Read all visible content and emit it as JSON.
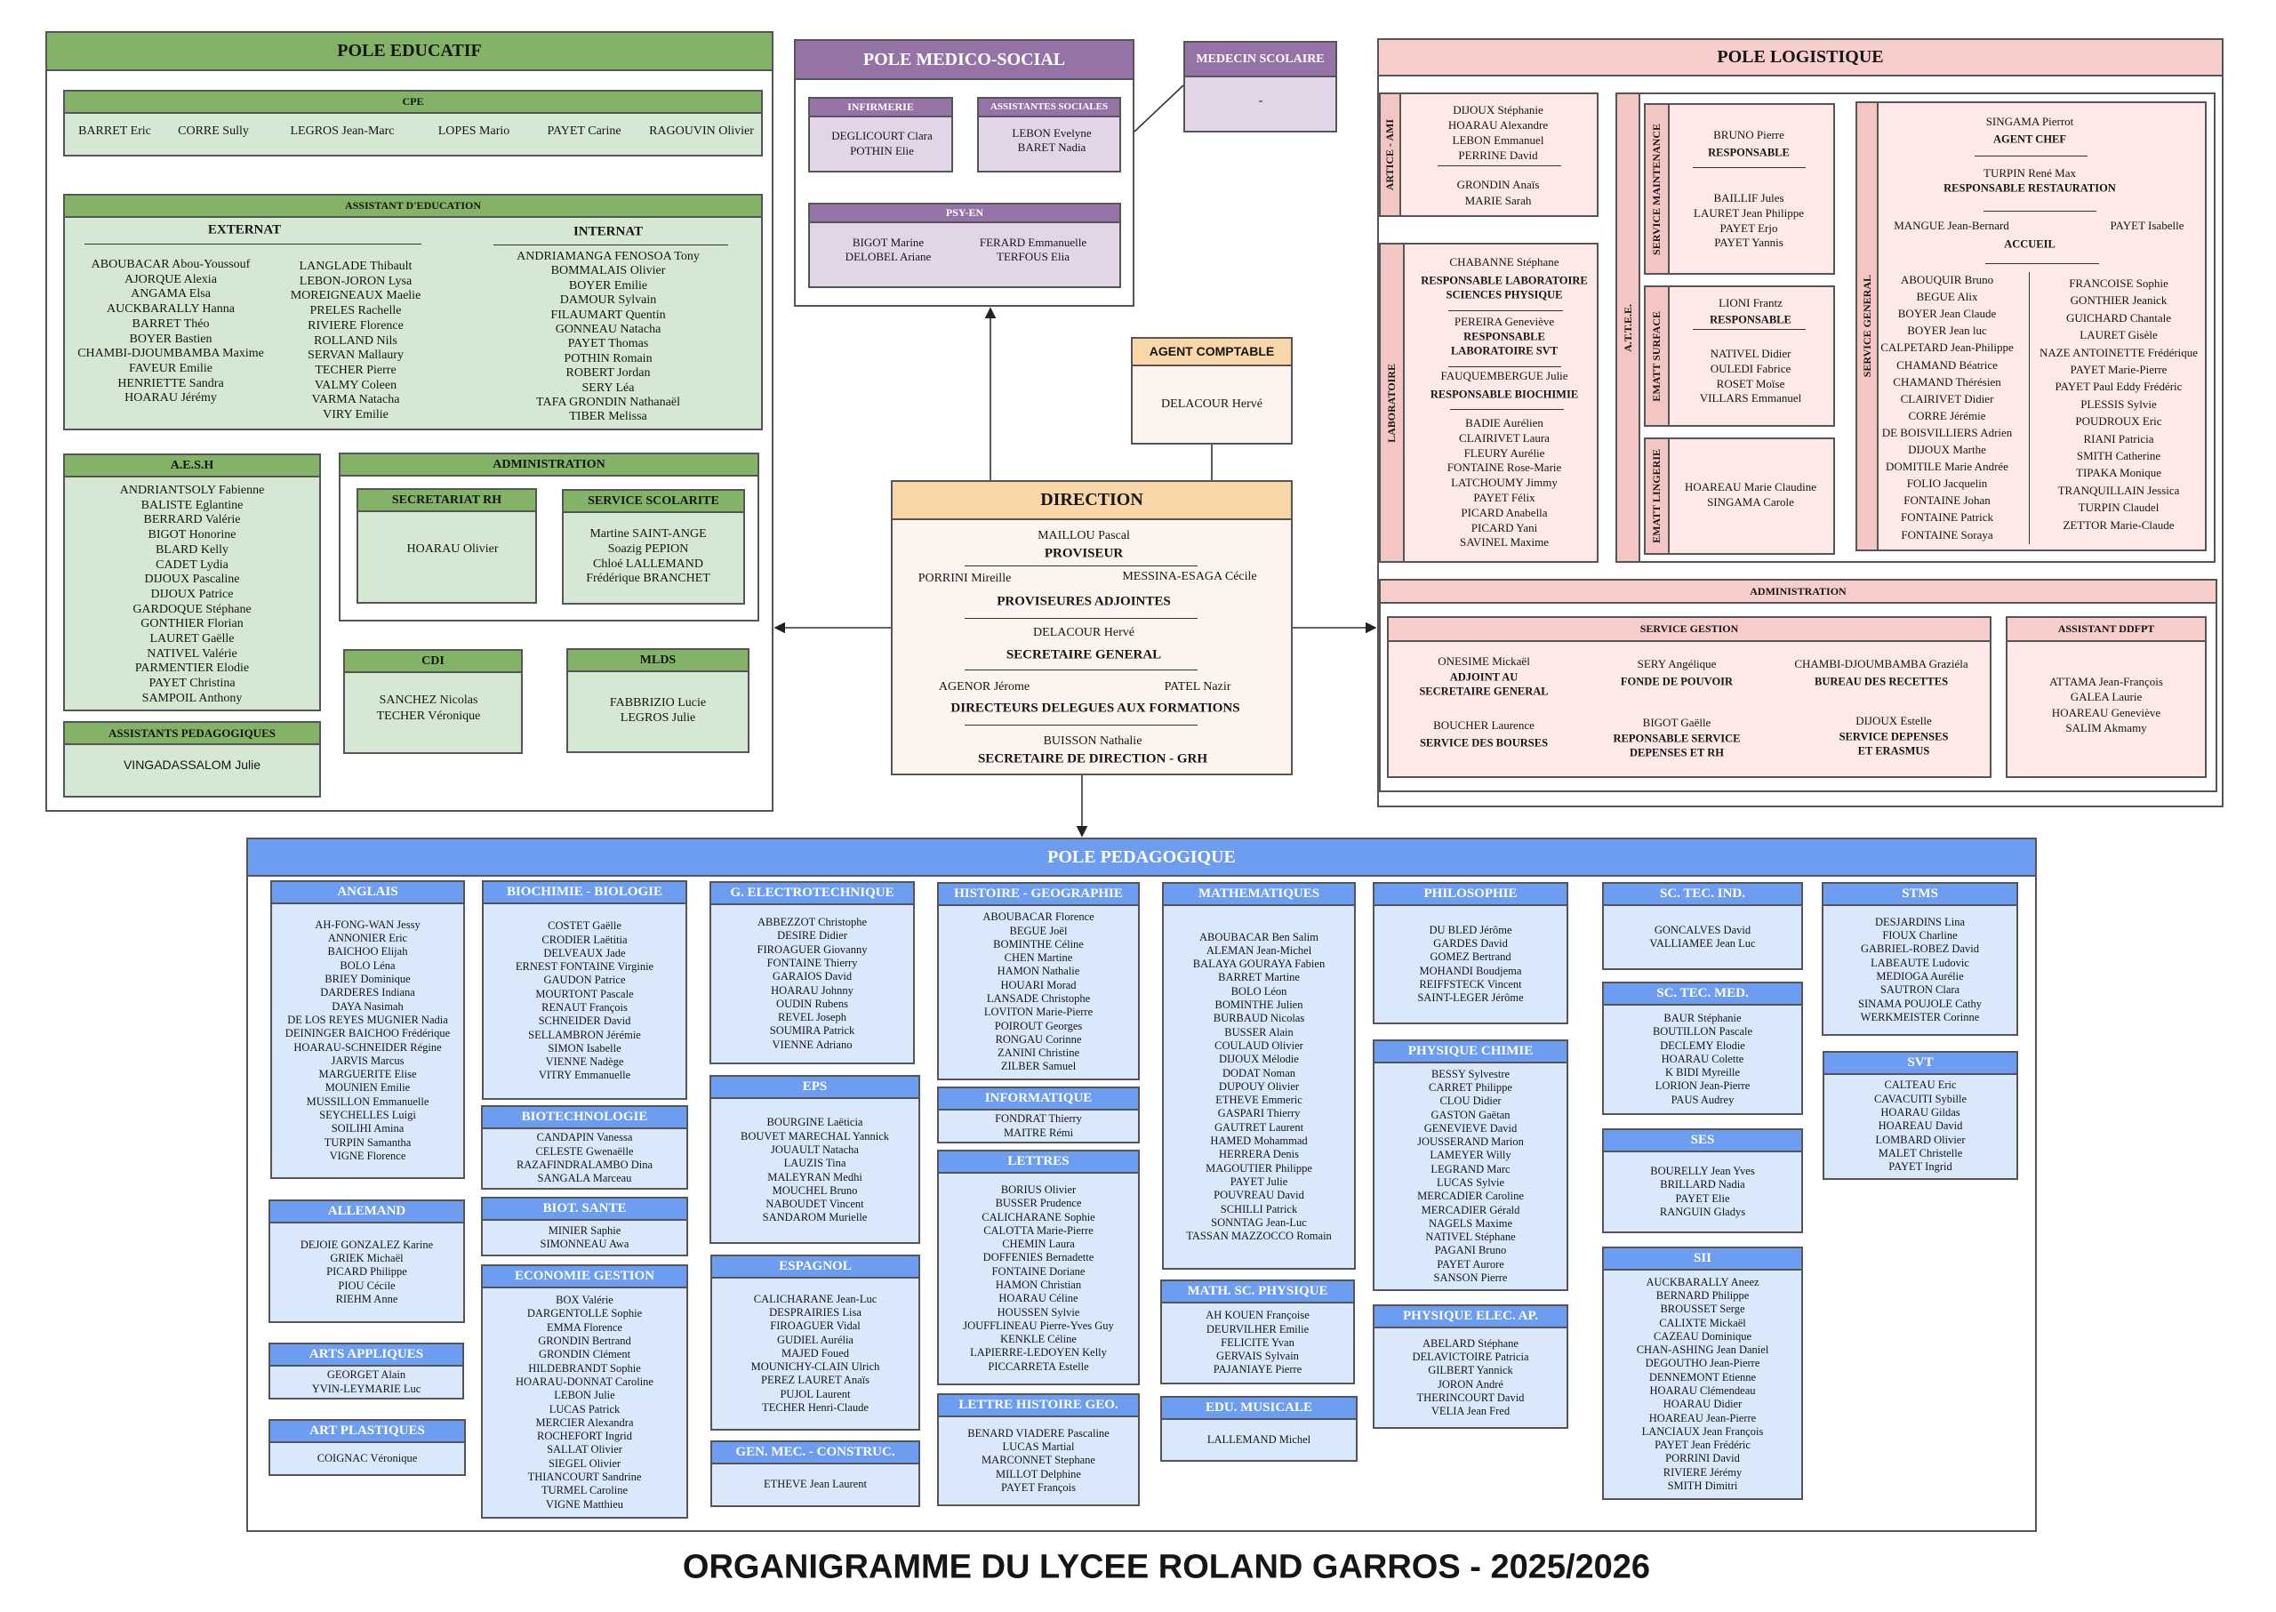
{
  "title": "ORGANIGRAMME DU LYCEE ROLAND GARROS - 2025/2026",
  "pole_educatif": {
    "title": "POLE EDUCATIF",
    "cpe": {
      "title": "CPE",
      "members": [
        "BARRET Eric",
        "CORRE Sully",
        "LEGROS Jean-Marc",
        "LOPES Mario",
        "PAYET Carine",
        "RAGOUVIN Olivier"
      ]
    },
    "assistant_education": {
      "title": "ASSISTANT D'EDUCATION",
      "externat": {
        "title": "EXTERNAT",
        "col1": [
          "ABOUBACAR Abou-Youssouf",
          "AJORQUE Alexia",
          "ANGAMA Elsa",
          "AUCKBARALLY Hanna",
          "BARRET Théo",
          "BOYER Bastien",
          "CHAMBI-DJOUMBAMBA Maxime",
          "FAVEUR Emilie",
          "HENRIETTE Sandra",
          "HOARAU Jérémy"
        ],
        "col2": [
          "LANGLADE Thibault",
          "LEBON-JORON Lysa",
          "MOREIGNEAUX Maelie",
          "PRELES Rachelle",
          "RIVIERE Florence",
          "ROLLAND Nils",
          "SERVAN Mallaury",
          "TECHER Pierre",
          "VALMY Coleen",
          "VARMA Natacha",
          "VIRY Emilie"
        ]
      },
      "internat": {
        "title": "INTERNAT",
        "members": [
          "ANDRIAMANGA FENOSOA Tony",
          "BOMMALAIS Olivier",
          "BOYER Emilie",
          "DAMOUR Sylvain",
          "FILAUMART Quentin",
          "GONNEAU Natacha",
          "PAYET Thomas",
          "POTHIN Romain",
          "ROBERT Jordan",
          "SERY Léa",
          "TAFA GRONDIN Nathanaël",
          "TIBER Melissa"
        ]
      }
    },
    "aesh": {
      "title": "A.E.S.H",
      "members": [
        "ANDRIANTSOLY Fabienne",
        "BALISTE Eglantine",
        "BERRARD Valérie",
        "BIGOT Honorine",
        "BLARD Kelly",
        "CADET Lydia",
        "DIJOUX Pascaline",
        "DIJOUX Patrice",
        "GARDOQUE Stéphane",
        "GONTHIER Florian",
        "LAURET Gaëlle",
        "NATIVEL Valérie",
        "PARMENTIER Elodie",
        "PAYET Christina",
        "SAMPOIL Anthony"
      ]
    },
    "assistants_pedagogiques": {
      "title": "ASSISTANTS PEDAGOGIQUES",
      "members": [
        "VINGADASSALOM Julie"
      ]
    },
    "administration": {
      "title": "ADMINISTRATION",
      "secretariat_rh": {
        "title": "SECRETARIAT RH",
        "members": [
          "HOARAU Olivier"
        ]
      },
      "service_scolarite": {
        "title": "SERVICE SCOLARITE",
        "members": [
          "Martine SAINT-ANGE",
          "Soazig PEPION",
          "Chloé LALLEMAND",
          "Frédérique BRANCHET"
        ]
      }
    },
    "cdi": {
      "title": "CDI",
      "members": [
        "SANCHEZ Nicolas",
        "TECHER Véronique"
      ]
    },
    "mlds": {
      "title": "MLDS",
      "members": [
        "FABBRIZIO Lucie",
        "LEGROS Julie"
      ]
    }
  },
  "pole_medico_social": {
    "title": "POLE MEDICO-SOCIAL",
    "infirmerie": {
      "title": "INFIRMERIE",
      "members": [
        "DEGLICOURT Clara",
        "POTHIN Elie"
      ]
    },
    "assistantes_sociales": {
      "title": "ASSISTANTES SOCIALES",
      "members": [
        "LEBON Evelyne",
        "BARET Nadia"
      ]
    },
    "psy_en": {
      "title": "PSY-EN",
      "col1": [
        "BIGOT Marine",
        "DELOBEL Ariane"
      ],
      "col2": [
        "FERARD Emmanuelle",
        "TERFOUS Elia"
      ]
    }
  },
  "medecin_scolaire": {
    "title": "MEDECIN SCOLAIRE",
    "value": "-"
  },
  "agent_comptable": {
    "title": "AGENT COMPTABLE",
    "name": "DELACOUR Hervé"
  },
  "direction": {
    "title": "DIRECTION",
    "proviseur": {
      "name": "MAILLOU Pascal",
      "role": "PROVISEUR"
    },
    "adjointes": {
      "names": [
        "PORRINI Mireille",
        "MESSINA-ESAGA Cécile"
      ],
      "role": "PROVISEURES ADJOINTES"
    },
    "secretaire_general": {
      "name": "DELACOUR Hervé",
      "role": "SECRETAIRE GENERAL"
    },
    "ddf": {
      "names": [
        "AGENOR Jérome",
        "PATEL Nazir"
      ],
      "role": "DIRECTEURS DELEGUES AUX FORMATIONS"
    },
    "secretaire_direction": {
      "name": "BUISSON Nathalie",
      "role": "SECRETAIRE DE DIRECTION - GRH"
    }
  },
  "pole_logistique": {
    "title": "POLE LOGISTIQUE",
    "artice_ami": {
      "label": "ARTICE - AMI",
      "group1": [
        "DIJOUX Stéphanie",
        "HOARAU Alexandre",
        "LEBON Emmanuel",
        "PERRINE David"
      ],
      "group2": [
        "GRONDIN Anaïs",
        "MARIE Sarah"
      ]
    },
    "laboratoire": {
      "label": "LABORATOIRE",
      "resp1": {
        "name": "CHABANNE Stéphane",
        "role": [
          "RESPONSABLE LABORATOIRE",
          "SCIENCES PHYSIQUE"
        ]
      },
      "resp2": {
        "name": "PEREIRA Geneviève",
        "role": [
          "RESPONSABLE",
          "LABORATOIRE SVT"
        ]
      },
      "resp3": {
        "name": "FAUQUEMBERGUE Julie",
        "role": [
          "RESPONSABLE BIOCHIMIE"
        ]
      },
      "members": [
        "BADIE Aurélien",
        "CLAIRIVET Laura",
        "FLEURY Aurélie",
        "FONTAINE Rose-Marie",
        "LATCHOUMY Jimmy",
        "PAYET Félix",
        "PICARD Anabella",
        "PICARD Yani",
        "SAVINEL Maxime"
      ]
    },
    "attee": {
      "label": "A.T.T.E.E.",
      "maintenance": {
        "label": "SERVICE MAINTENANCE",
        "responsable": "BRUNO Pierre",
        "role": "RESPONSABLE",
        "members": [
          "BAILLIF Jules",
          "LAURET Jean Philippe",
          "PAYET Erjo",
          "PAYET Yannis"
        ]
      },
      "surface": {
        "label": "EMATT  SURFACE",
        "responsable": "LIONI Frantz",
        "role": "RESPONSABLE",
        "members": [
          "NATIVEL  Didier",
          "OULEDI Fabrice",
          "ROSET Moïse",
          "VILLARS Emmanuel"
        ]
      },
      "lingerie": {
        "label": "EMATT  LINGERIE",
        "members": [
          "HOAREAU Marie Claudine",
          "SINGAMA Carole"
        ]
      },
      "service_general": {
        "label": "SERVICE GENERAL",
        "agent_chef": {
          "name": "SINGAMA Pierrot",
          "role": "AGENT CHEF"
        },
        "restauration": {
          "name": "TURPIN René Max",
          "role": "RESPONSABLE RESTAURATION"
        },
        "accueil": {
          "names": [
            "MANGUE Jean-Bernard",
            "PAYET Isabelle"
          ],
          "role": "ACCUEIL"
        },
        "col1": [
          "ABOUQUIR Bruno",
          "BEGUE Alix",
          "BOYER Jean Claude",
          "BOYER Jean luc",
          "CALPETARD Jean-Philippe",
          "CHAMAND Béatrice",
          "CHAMAND Thérésien",
          "CLAIRIVET Didier",
          "CORRE Jérémie",
          "DE BOISVILLIERS Adrien",
          "DIJOUX Marthe",
          "DOMITILE Marie Andrée",
          "FOLIO Jacquelin",
          "FONTAINE Johan",
          "FONTAINE Patrick",
          "FONTAINE Soraya"
        ],
        "col2": [
          "FRANCOISE Sophie",
          "GONTHIER Jeanick",
          "GUICHARD Chantale",
          "LAURET Gisèle",
          "NAZE ANTOINETTE Frédérique",
          "PAYET Marie-Pierre",
          "PAYET Paul Eddy Frédéric",
          "PLESSIS Sylvie",
          "POUDROUX Eric",
          "RIANI Patricia",
          "SMITH Catherine",
          "TIPAKA Monique",
          "TRANQUILLAIN Jessica",
          "TURPIN Claudel",
          "ZETTOR Marie-Claude"
        ]
      }
    },
    "administration": {
      "title": "ADMINISTRATION",
      "service_gestion": {
        "title": "SERVICE GESTION",
        "staff": [
          {
            "name": "ONESIME Mickaël",
            "role": [
              "ADJOINT AU",
              "SECRETAIRE GENERAL"
            ]
          },
          {
            "name": "SERY Angélique",
            "role": [
              "FONDE DE POUVOIR"
            ]
          },
          {
            "name": "CHAMBI-DJOUMBAMBA Graziéla",
            "role": [
              "BUREAU DES RECETTES"
            ]
          },
          {
            "name": "BOUCHER Laurence",
            "role": [
              "SERVICE DES BOURSES"
            ]
          },
          {
            "name": "BIGOT Gaëlle",
            "role": [
              "REPONSABLE SERVICE",
              "DEPENSES ET RH"
            ]
          },
          {
            "name": "DIJOUX Estelle",
            "role": [
              "SERVICE DEPENSES",
              "ET ERASMUS"
            ]
          }
        ]
      },
      "assistant_ddfpt": {
        "title": "ASSISTANT DDFPT",
        "members": [
          "ATTAMA Jean-François",
          "GALEA Laurie",
          "HOAREAU Geneviève",
          "SALIM Akmamy"
        ]
      }
    }
  },
  "pole_pedagogique": {
    "title": "POLE PEDAGOGIQUE",
    "subjects": [
      {
        "title": "ANGLAIS",
        "members": [
          "AH-FONG-WAN Jessy",
          "ANNONIER Eric",
          "BAICHOO Elijah",
          "BOLO Léna",
          "BRIEY Dominique",
          "DARDERES Indiana",
          "DAYA Nasimah",
          "DE LOS REYES MUGNIER Nadia",
          "DEININGER BAICHOO Frédérique",
          "HOARAU-SCHNEIDER Régine",
          "JARVIS Marcus",
          "MARGUERITE Elise",
          "MOUNIEN Emilie",
          "MUSSILLON Emmanuelle",
          "SEYCHELLES Luigi",
          "SOILIHI Amina",
          "TURPIN Samantha",
          "VIGNE Florence"
        ]
      },
      {
        "title": "ALLEMAND",
        "members": [
          "DEJOIE GONZALEZ Karine",
          "GRIEK Michaël",
          "PICARD Philippe",
          "PIOU Cécile",
          "RIEHM Anne"
        ]
      },
      {
        "title": "ARTS APPLIQUES",
        "members": [
          "GEORGET Alain",
          "YVIN-LEYMARIE Luc"
        ]
      },
      {
        "title": "ART PLASTIQUES",
        "members": [
          "COIGNAC Véronique"
        ]
      },
      {
        "title": "BIOCHIMIE - BIOLOGIE",
        "members": [
          "COSTET Gaëlle",
          "CRODIER Laëtitia",
          "DELVEAUX Jade",
          "ERNEST FONTAINE Virginie",
          "GAUDON Patrice",
          "MOURTONT Pascale",
          "RENAUT François",
          "SCHNEIDER David",
          "SELLAMBRON Jérémie",
          "SIMON Isabelle",
          "VIENNE Nadège",
          "VITRY Emmanuelle"
        ]
      },
      {
        "title": "BIOTECHNOLOGIE",
        "members": [
          "CANDAPIN Vanessa",
          "CELESTE Gwenaëlle",
          "RAZAFINDRALAMBO Dina",
          "SANGALA Marceau"
        ]
      },
      {
        "title": "BIOT. SANTE",
        "members": [
          "MINIER Saphie",
          "SIMONNEAU Awa"
        ]
      },
      {
        "title": "ECONOMIE GESTION",
        "members": [
          "BOX Valérie",
          "DARGENTOLLE Sophie",
          "EMMA Florence",
          "GRONDIN Bertrand",
          "GRONDIN Clément",
          "HILDEBRANDT Sophie",
          "HOARAU-DONNAT Caroline",
          "LEBON Julie",
          "LUCAS Patrick",
          "MERCIER Alexandra",
          "ROCHEFORT Ingrid",
          "SALLAT Olivier",
          "SIEGEL Olivier",
          "THIANCOURT Sandrine",
          "TURMEL Caroline",
          "VIGNE Matthieu"
        ]
      },
      {
        "title": "G. ELECTROTECHNIQUE",
        "members": [
          "ABBEZZOT Christophe",
          "DESIRE Didier",
          "FIROAGUER Giovanny",
          "FONTAINE Thierry",
          "GARAIOS David",
          "HOARAU Johnny",
          "OUDIN Rubens",
          "REVEL Joseph",
          "SOUMIRA Patrick",
          "VIENNE Adriano"
        ]
      },
      {
        "title": "EPS",
        "members": [
          "BOURGINE Laëticia",
          "BOUVET MARECHAL Yannick",
          "JOUAULT Natacha",
          "LAUZIS Tina",
          "MALEYRAN Medhi",
          "MOUCHEL Bruno",
          "NABOUDET Vincent",
          "SANDAROM Murielle"
        ]
      },
      {
        "title": "ESPAGNOL",
        "members": [
          "CALICHARANE Jean-Luc",
          "DESPRAIRIES Lisa",
          "FIROAGUER Vidal",
          "GUDIEL Aurélia",
          "MAJED Foued",
          "MOUNICHY-CLAIN Ulrich",
          "PEREZ LAURET Anaïs",
          "PUJOL Laurent",
          "TECHER Henri-Claude"
        ]
      },
      {
        "title": "GEN. MEC. - CONSTRUC.",
        "members": [
          "ETHEVE  Jean Laurent"
        ]
      },
      {
        "title": "HISTOIRE - GEOGRAPHIE",
        "members": [
          "ABOUBACAR Florence",
          "BEGUE Joël",
          "BOMINTHE Céline",
          "CHEN Martine",
          "HAMON Nathalie",
          "HOUARI Morad",
          "LANSADE Christophe",
          "LOVITON Marie-Pierre",
          "POIROUT Georges",
          "RONGAU Corinne",
          "ZANINI Christine",
          "ZILBER Samuel"
        ]
      },
      {
        "title": "INFORMATIQUE",
        "members": [
          "FONDRAT Thierry",
          "MAITRE Rémi"
        ]
      },
      {
        "title": "LETTRES",
        "members": [
          "BORIUS Olivier",
          "BUSSER Prudence",
          "CALICHARANE Sophie",
          "CALOTTA Marie-Pierre",
          "CHEMIN Laura",
          "DOFFENIES Bernadette",
          "FONTAINE Doriane",
          "HAMON Christian",
          "HOARAU Céline",
          "HOUSSEN Sylvie",
          "JOUFFLINEAU Pierre-Yves Guy",
          "KENKLE Céline",
          "LAPIERRE-LEDOYEN Kelly",
          "PICCARRETA Estelle"
        ]
      },
      {
        "title": "LETTRE HISTOIRE GEO.",
        "members": [
          "BENARD VIADERE Pascaline",
          "LUCAS Martial",
          "MARCONNET Stephane",
          "MILLOT Delphine",
          "PAYET François"
        ]
      },
      {
        "title": "MATHEMATIQUES",
        "members": [
          "ABOUBACAR Ben Salim",
          "ALEMAN Jean-Michel",
          "BALAYA GOURAYA Fabien",
          "BARRET Martine",
          "BOLO Léon",
          "BOMINTHE Julien",
          "BURBAUD Nicolas",
          "BUSSER Alain",
          "COULAUD Olivier",
          "DIJOUX Mélodie",
          "DODAT Noman",
          "DUPOUY Olivier",
          "ETHEVE Emmeric",
          "GASPARI Thierry",
          "GAUTRET Laurent",
          "HAMED Mohammad",
          "HERRERA Denis",
          "MAGOUTIER Philippe",
          "PAYET Julie",
          "POUVREAU David",
          "SCHILLI Patrick",
          "SONNTAG Jean-Luc",
          "TASSAN MAZZOCCO Romain"
        ]
      },
      {
        "title": "MATH. SC. PHYSIQUE",
        "members": [
          "AH KOUEN Françoise",
          "DEURVILHER Emilie",
          "FELICITE Yvan",
          "GERVAIS Sylvain",
          "PAJANIAYE Pierre"
        ]
      },
      {
        "title": "EDU. MUSICALE",
        "members": [
          "LALLEMAND Michel"
        ]
      },
      {
        "title": "PHILOSOPHIE",
        "members": [
          "DU BLED Jérôme",
          "GARDES David",
          "GOMEZ Bertrand",
          "MOHANDI Boudjema",
          "REIFFSTECK Vincent",
          "SAINT-LEGER Jérôme"
        ]
      },
      {
        "title": "PHYSIQUE CHIMIE",
        "members": [
          "BESSY Sylvestre",
          "CARRET Philippe",
          "CLOU Didier",
          "GASTON Gaëtan",
          "GENEVIEVE David",
          "JOUSSERAND Marion",
          "LAMEYER Willy",
          "LEGRAND Marc",
          "LUCAS Sylvie",
          "MERCADIER Caroline",
          "MERCADIER Gérald",
          "NAGELS Maxime",
          "NATIVEL Stéphane",
          "PAGANI Bruno",
          "PAYET Aurore",
          "SANSON Pierre"
        ]
      },
      {
        "title": "PHYSIQUE ELEC. AP.",
        "members": [
          "ABELARD Stéphane",
          "DELAVICTOIRE Patricia",
          "GILBERT Yannick",
          "JORON André",
          "THERINCOURT David",
          "VELIA Jean Fred"
        ]
      },
      {
        "title": "SC. TEC. IND.",
        "members": [
          "GONCALVES David",
          "VALLIAMEE Jean Luc"
        ]
      },
      {
        "title": "SC. TEC. MED.",
        "members": [
          "BAUR Stéphanie",
          "BOUTILLON Pascale",
          "DECLEMY Elodie",
          "HOARAU Colette",
          "K BIDI Myreille",
          "LORION Jean-Pierre",
          "PAUS Audrey"
        ]
      },
      {
        "title": "SES",
        "members": [
          "BOURELLY Jean Yves",
          "BRILLARD Nadia",
          "PAYET Elie",
          "RANGUIN Gladys"
        ]
      },
      {
        "title": "SII",
        "members": [
          "AUCKBARALLY Aneez",
          "BERNARD Philippe",
          "BROUSSET Serge",
          "CALIXTE Mickaël",
          "CAZEAU Dominique",
          "CHAN-ASHING Jean Daniel",
          "DEGOUTHO Jean-Pierre",
          "DENNEMONT Etienne",
          "HOARAU Clémendeau",
          "HOARAU Didier",
          "HOAREAU Jean-Pierre",
          "LANCIAUX Jean François",
          "PAYET Jean Frédéric",
          "PORRINI David",
          "RIVIERE Jérémy",
          "SMITH Dimitri"
        ]
      },
      {
        "title": "STMS",
        "members": [
          "DESJARDINS Lina",
          "FIOUX Charline",
          "GABRIEL-ROBEZ David",
          "LABEAUTE Ludovic",
          "MEDIOGA Aurélie",
          "SAUTRON Clara",
          "SINAMA POUJOLE Cathy",
          "WERKMEISTER Corinne"
        ]
      },
      {
        "title": "SVT",
        "members": [
          "CALTEAU Eric",
          "CAVACUITI Sybille",
          "HOARAU Gildas",
          "HOAREAU David",
          "LOMBARD Olivier",
          "MALET Christelle",
          "PAYET Ingrid"
        ]
      }
    ]
  }
}
